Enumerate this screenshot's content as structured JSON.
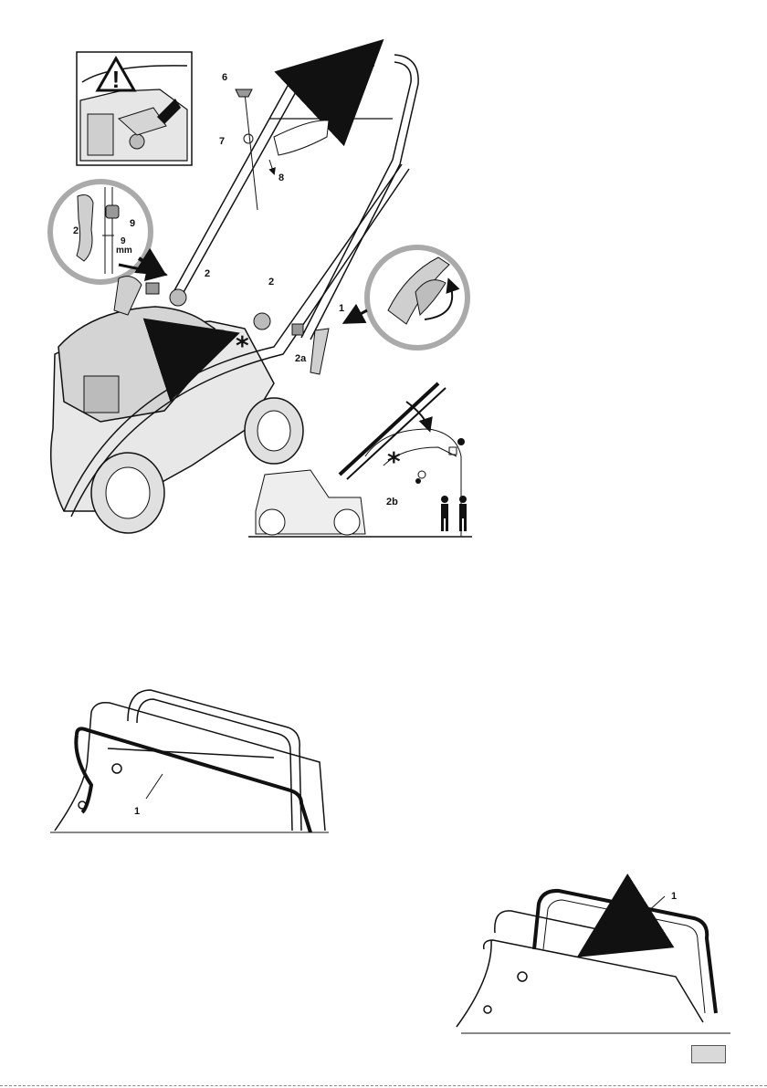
{
  "figure1": {
    "labels": {
      "handle": "1",
      "knob": "2",
      "knob_b": "2",
      "lever_pos_a": "2a",
      "lever_pos_b": "2b",
      "bolt": "6",
      "cable_clip": "7",
      "cable": "8",
      "nut": "9",
      "inset_knob": "2",
      "inset_nut": "9",
      "inset_gap_value": "9",
      "inset_gap_unit": "mm"
    },
    "asterisk": "*"
  },
  "figure2": {
    "labels": {
      "grass_bag_frame": "1"
    }
  },
  "figure3": {
    "labels": {
      "grass_bag_frame": "1"
    }
  },
  "icons": [
    "warning-icon",
    "operator-person-icon"
  ]
}
